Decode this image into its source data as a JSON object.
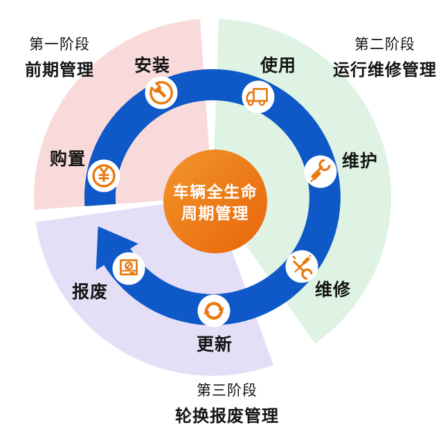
{
  "center": {
    "line1": "车辆全生命",
    "line2": "周期管理"
  },
  "phases": [
    {
      "stage": "第一阶段",
      "name": "前期管理"
    },
    {
      "stage": "第二阶段",
      "name": "运行维修管理"
    },
    {
      "stage": "第三阶段",
      "name": "轮换报废管理"
    }
  ],
  "steps": [
    {
      "label": "购置",
      "icon": "yuan-coin-icon"
    },
    {
      "label": "安装",
      "icon": "wrench-circle-icon"
    },
    {
      "label": "使用",
      "icon": "truck-icon"
    },
    {
      "label": "维护",
      "icon": "maintenance-tools-icon"
    },
    {
      "label": "维修",
      "icon": "repair-tools-icon"
    },
    {
      "label": "更新",
      "icon": "refresh-icon"
    },
    {
      "label": "报废",
      "icon": "scrap-device-icon"
    }
  ],
  "colors": {
    "sector-pink": "#F9DADA",
    "sector-green": "#DEF3E3",
    "sector-purple": "#E4DFF6",
    "ring-blue": "#0F58C8",
    "icon-orange": "#E8790F",
    "center-orange-1": "#F2952A",
    "center-orange-2": "#E8650A",
    "text-dark": "#141414",
    "text-white": "#FFFFFF"
  }
}
